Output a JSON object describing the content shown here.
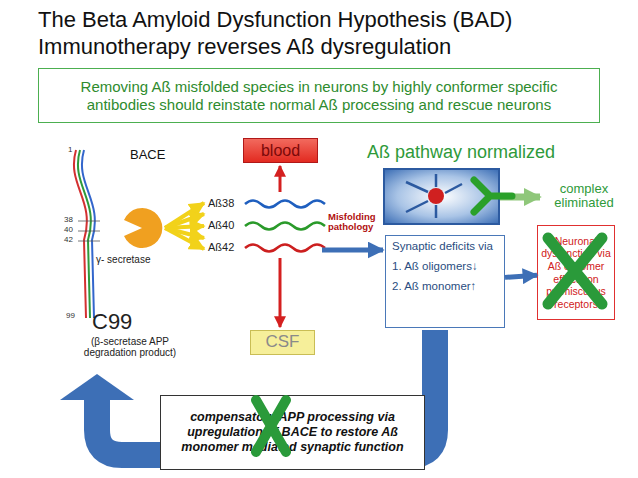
{
  "diagram": {
    "title": "The Beta Amyloid Dysfunction Hypothesis (BAD) Immunotherapy reverses Aß dysregulation",
    "nodes": [
      {
        "text": [
          "Removing Aß misfolded species in neurons by highly conformer specific antibodies should reinstate normal Aß processing and rescue neurons"
        ]
      },
      {
        "text": [
          "blood"
        ]
      },
      {
        "text": [
          "Aß pathway normalized"
        ]
      },
      {
        "text": [
          "Synaptic deficits via",
          "1. Aß oligomers↓",
          "2. Aß monomer↑"
        ]
      },
      {
        "text": [
          "Neuronal dysfunction via Aß oligomer effects on promiscuous receptors"
        ]
      },
      {
        "text": [
          "CSF"
        ]
      },
      {
        "text": [
          "compensatory APP processing via upregulation of BACE to restore Aß monomer mediated synaptic function"
        ]
      }
    ],
    "edges": [
      {
        "from": 3,
        "to": 4,
        "arrow": "to"
      }
    ],
    "labels": [
      "BACE",
      "1",
      "38",
      "40",
      "42",
      "99",
      "γ- secretase",
      "C99",
      "(β-secretase APP degradation product)",
      "Aß38",
      "Aß40",
      "Aß42",
      "Misfolding pathology",
      "complex eliminated"
    ]
  }
}
